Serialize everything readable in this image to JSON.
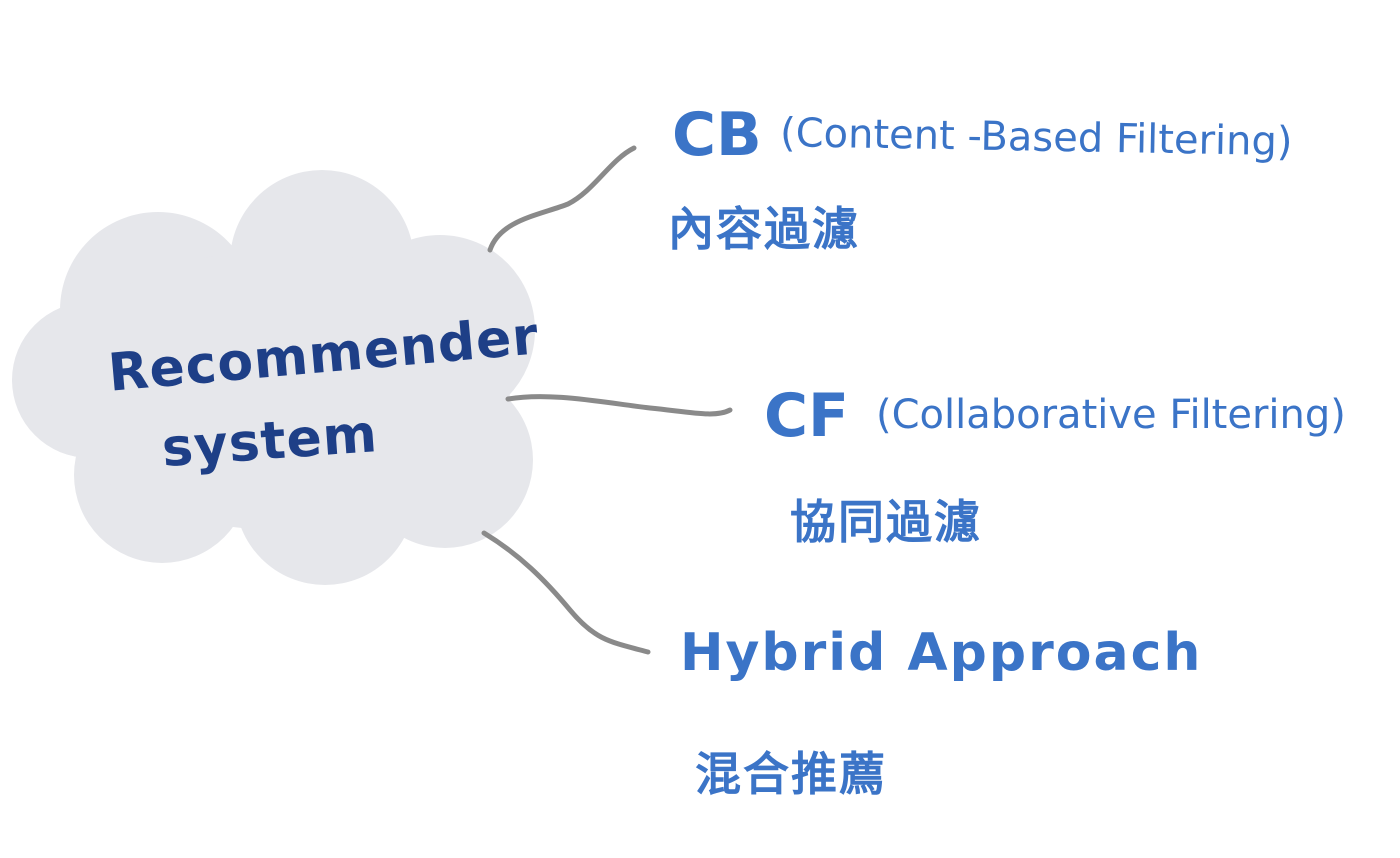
{
  "root": {
    "line1": "Recommender",
    "line2": "system"
  },
  "branches": [
    {
      "abbr": "CB",
      "full": "(Content -Based Filtering)",
      "zh": "內容過濾"
    },
    {
      "abbr": "CF",
      "full": "(Collaborative Filtering)",
      "zh": "協同過濾"
    },
    {
      "title": "Hybrid Approach",
      "zh": "混合推薦"
    }
  ],
  "colors": {
    "cloud_fill": "#e6e7eb",
    "cloud_text": "#1e3f87",
    "branch_text": "#3b74c7",
    "connector": "#8a8a8a"
  }
}
